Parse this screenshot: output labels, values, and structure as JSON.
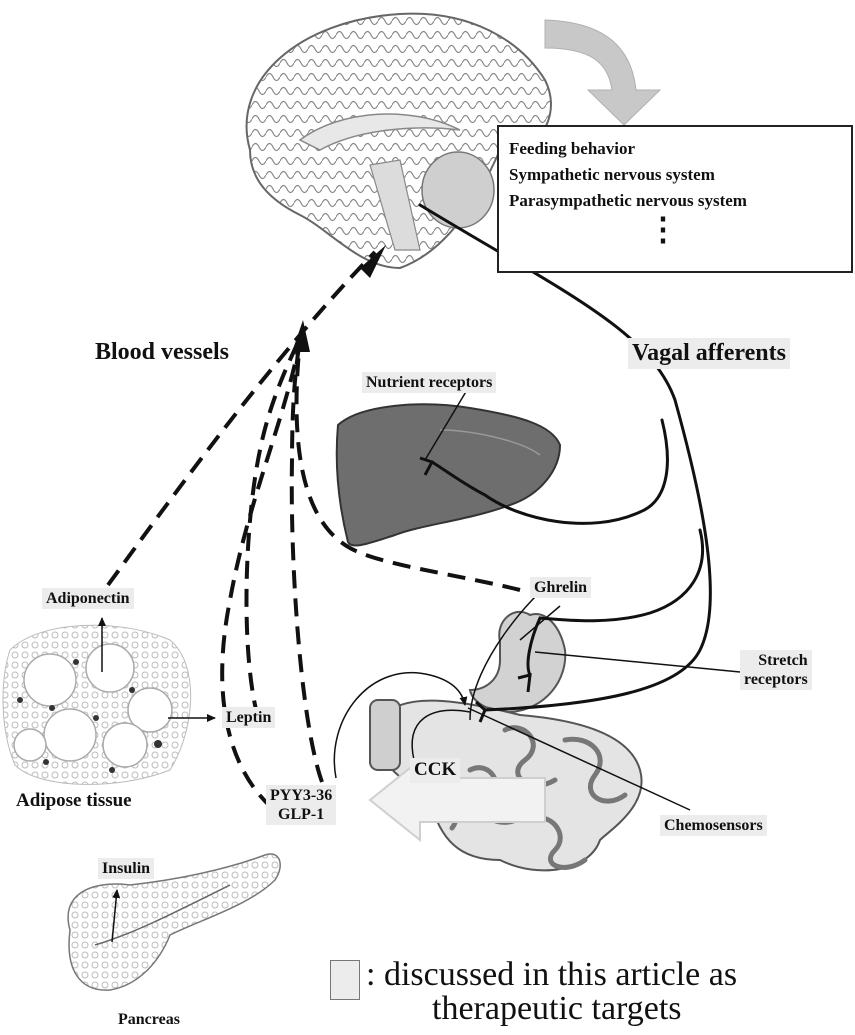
{
  "feedback_box": {
    "items": [
      "Feeding behavior",
      "Sympathetic nervous system",
      "Parasympathetic nervous system"
    ],
    "continuation": "⋮"
  },
  "pathways": {
    "blood_vessels": "Blood vessels",
    "vagal_afferents": "Vagal afferents"
  },
  "receptors": {
    "nutrient": "Nutrient  receptors",
    "stretch_line1": "Stretch",
    "stretch_line2": "receptors",
    "chemosensors": "Chemosensors"
  },
  "hormones": {
    "adiponectin": "Adiponectin",
    "leptin": "Leptin",
    "ghrelin": "Ghrelin",
    "cck": "CCK",
    "pyy_line1": "PYY3-36",
    "pyy_line2": "GLP-1",
    "insulin": "Insulin"
  },
  "tissues": {
    "adipose": "Adipose tissue",
    "pancreas": "Pancreas"
  },
  "legend": {
    "line1": ": discussed in this article as",
    "line2": "therapeutic targets"
  },
  "colors": {
    "line": "#111111",
    "highlight": "#ececec",
    "organ_dark": "#555555",
    "organ_light": "#d8d8d8"
  },
  "icons": [
    "brain-icon",
    "liver-icon",
    "stomach-icon",
    "intestine-icon",
    "pancreas-icon",
    "adipose-cells-icon"
  ]
}
